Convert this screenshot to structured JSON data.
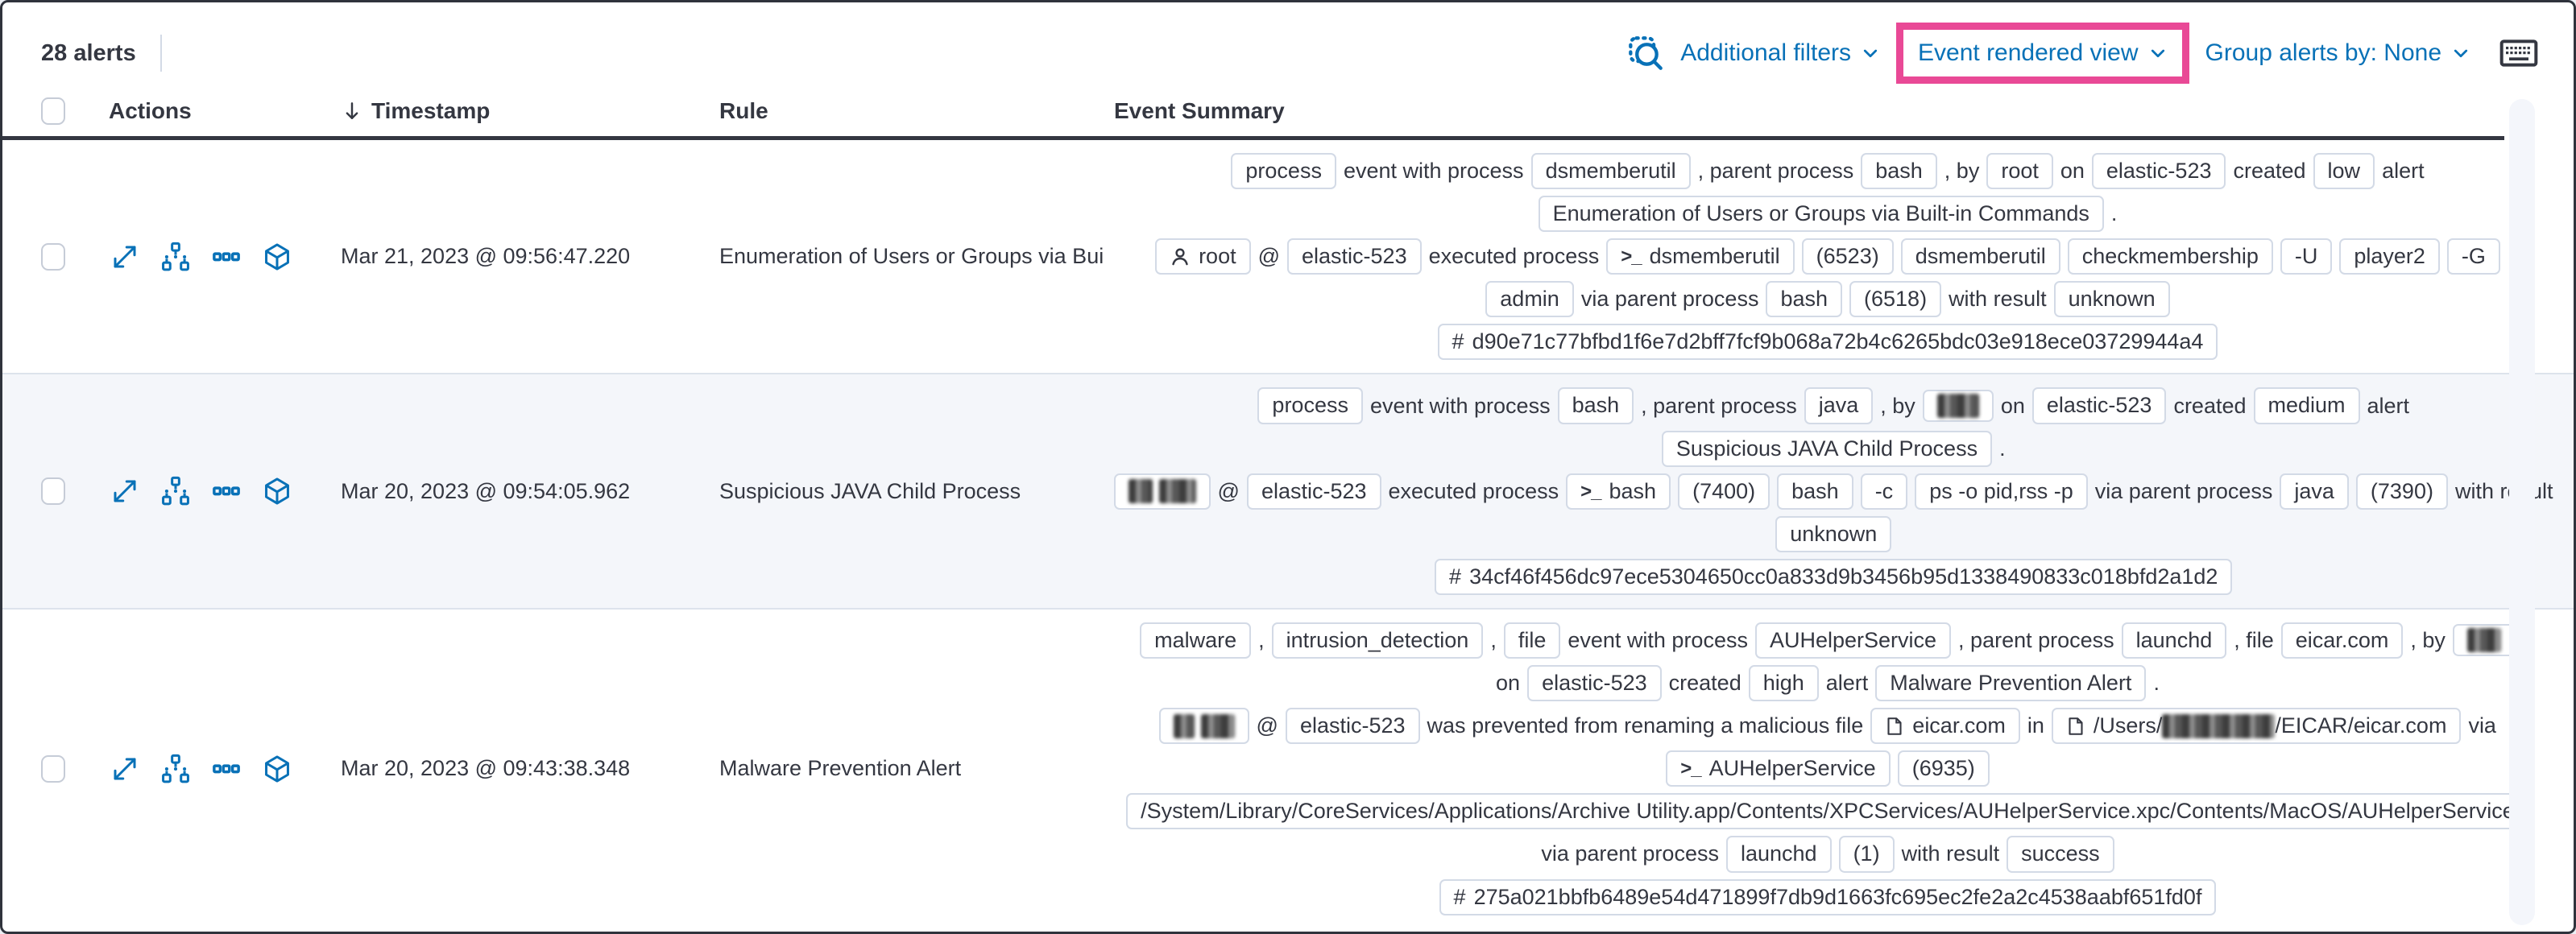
{
  "colors": {
    "highlight_box": "#e94996",
    "link_blue": "#0871b7",
    "text": "#343741",
    "badge_border": "#d3dae6",
    "shaded_row": "#f4f6fa"
  },
  "toolbar": {
    "alert_count": "28 alerts",
    "additional_filters": "Additional filters",
    "view_selector": "Event rendered view",
    "group_by": "Group alerts by: None"
  },
  "table": {
    "headers": {
      "actions": "Actions",
      "timestamp": "Timestamp",
      "rule": "Rule",
      "summary": "Event Summary"
    },
    "rows": [
      {
        "timestamp": "Mar 21, 2023 @ 09:56:47.220",
        "rule": "Enumeration of Users or Groups via Bui",
        "shaded": false,
        "lines": [
          [
            {
              "type": "badge",
              "parts": [
                {
                  "text": "process"
                }
              ]
            },
            {
              "type": "text",
              "parts": [
                {
                  "text": "event with process"
                }
              ]
            },
            {
              "type": "badge",
              "parts": [
                {
                  "text": "dsmemberutil"
                }
              ]
            },
            {
              "type": "text",
              "parts": [
                {
                  "text": ", parent process"
                }
              ]
            },
            {
              "type": "badge",
              "parts": [
                {
                  "text": "bash"
                }
              ]
            },
            {
              "type": "text",
              "parts": [
                {
                  "text": ", by"
                }
              ]
            },
            {
              "type": "badge",
              "parts": [
                {
                  "text": "root"
                }
              ]
            },
            {
              "type": "text",
              "parts": [
                {
                  "text": "on"
                }
              ]
            },
            {
              "type": "badge",
              "parts": [
                {
                  "text": "elastic-523"
                }
              ]
            },
            {
              "type": "text",
              "parts": [
                {
                  "text": "created"
                }
              ]
            },
            {
              "type": "badge",
              "parts": [
                {
                  "text": "low"
                }
              ]
            },
            {
              "type": "text",
              "parts": [
                {
                  "text": "alert"
                }
              ]
            }
          ],
          [
            {
              "type": "badge",
              "parts": [
                {
                  "text": "Enumeration of Users or Groups via Built-in Commands"
                }
              ]
            },
            {
              "type": "text",
              "parts": [
                {
                  "text": "."
                }
              ]
            }
          ],
          [
            {
              "type": "badge",
              "icon": "user",
              "parts": [
                {
                  "text": "root"
                }
              ]
            },
            {
              "type": "text",
              "parts": [
                {
                  "text": "@"
                }
              ]
            },
            {
              "type": "badge",
              "parts": [
                {
                  "text": "elastic-523"
                }
              ]
            },
            {
              "type": "text",
              "parts": [
                {
                  "text": "executed process"
                }
              ]
            },
            {
              "type": "badge",
              "icon": "terminal",
              "parts": [
                {
                  "text": "dsmemberutil"
                }
              ]
            },
            {
              "type": "badge",
              "parts": [
                {
                  "text": "(6523)"
                }
              ]
            },
            {
              "type": "badge",
              "parts": [
                {
                  "text": "dsmemberutil"
                }
              ]
            },
            {
              "type": "badge",
              "parts": [
                {
                  "text": "checkmembership"
                }
              ]
            },
            {
              "type": "badge",
              "parts": [
                {
                  "text": "-U"
                }
              ]
            },
            {
              "type": "badge",
              "parts": [
                {
                  "text": "player2"
                }
              ]
            },
            {
              "type": "badge",
              "parts": [
                {
                  "text": "-G"
                }
              ]
            }
          ],
          [
            {
              "type": "badge",
              "parts": [
                {
                  "text": "admin"
                }
              ]
            },
            {
              "type": "text",
              "parts": [
                {
                  "text": "via parent process"
                }
              ]
            },
            {
              "type": "badge",
              "parts": [
                {
                  "text": "bash"
                }
              ]
            },
            {
              "type": "badge",
              "parts": [
                {
                  "text": "(6518)"
                }
              ]
            },
            {
              "type": "text",
              "parts": [
                {
                  "text": "with result"
                }
              ]
            },
            {
              "type": "badge",
              "parts": [
                {
                  "text": "unknown"
                }
              ]
            }
          ],
          [
            {
              "type": "badge",
              "icon": "hash",
              "parts": [
                {
                  "text": "d90e71c77bfbd1f6e7d2bff7fcf9b068a72b4c6265bdc03e918ece03729944a4"
                }
              ]
            }
          ]
        ]
      },
      {
        "timestamp": "Mar 20, 2023 @ 09:54:05.962",
        "rule": "Suspicious JAVA Child Process",
        "shaded": true,
        "lines": [
          [
            {
              "type": "badge",
              "parts": [
                {
                  "text": "process"
                }
              ]
            },
            {
              "type": "text",
              "parts": [
                {
                  "text": "event with process"
                }
              ]
            },
            {
              "type": "badge",
              "parts": [
                {
                  "text": "bash"
                }
              ]
            },
            {
              "type": "text",
              "parts": [
                {
                  "text": ", parent process"
                }
              ]
            },
            {
              "type": "badge",
              "parts": [
                {
                  "text": "java"
                }
              ]
            },
            {
              "type": "text",
              "parts": [
                {
                  "text": ", by"
                }
              ]
            },
            {
              "type": "badge",
              "parts": [
                {
                  "redact": 52
                }
              ]
            },
            {
              "type": "text",
              "parts": [
                {
                  "text": "on"
                }
              ]
            },
            {
              "type": "badge",
              "parts": [
                {
                  "text": "elastic-523"
                }
              ]
            },
            {
              "type": "text",
              "parts": [
                {
                  "text": "created"
                }
              ]
            },
            {
              "type": "badge",
              "parts": [
                {
                  "text": "medium"
                }
              ]
            },
            {
              "type": "text",
              "parts": [
                {
                  "text": "alert"
                }
              ]
            }
          ],
          [
            {
              "type": "badge",
              "parts": [
                {
                  "text": "Suspicious JAVA Child Process"
                }
              ]
            },
            {
              "type": "text",
              "parts": [
                {
                  "text": "."
                }
              ]
            }
          ],
          [
            {
              "type": "badge",
              "parts": [
                {
                  "redact": 30
                },
                {
                  "text": " "
                },
                {
                  "redact": 46
                }
              ]
            },
            {
              "type": "text",
              "parts": [
                {
                  "text": "@"
                }
              ]
            },
            {
              "type": "badge",
              "parts": [
                {
                  "text": "elastic-523"
                }
              ]
            },
            {
              "type": "text",
              "parts": [
                {
                  "text": "executed process"
                }
              ]
            },
            {
              "type": "badge",
              "icon": "terminal",
              "parts": [
                {
                  "text": "bash"
                }
              ]
            },
            {
              "type": "badge",
              "parts": [
                {
                  "text": "(7400)"
                }
              ]
            },
            {
              "type": "badge",
              "parts": [
                {
                  "text": "bash"
                }
              ]
            },
            {
              "type": "badge",
              "parts": [
                {
                  "text": "-c"
                }
              ]
            },
            {
              "type": "badge",
              "parts": [
                {
                  "text": "ps -o pid,rss -p"
                }
              ]
            },
            {
              "type": "text",
              "parts": [
                {
                  "text": "via parent process"
                }
              ]
            },
            {
              "type": "badge",
              "parts": [
                {
                  "text": "java"
                }
              ]
            },
            {
              "type": "badge",
              "parts": [
                {
                  "text": "(7390)"
                }
              ]
            },
            {
              "type": "text",
              "parts": [
                {
                  "text": "with result"
                }
              ]
            }
          ],
          [
            {
              "type": "badge",
              "parts": [
                {
                  "text": "unknown"
                }
              ]
            }
          ],
          [
            {
              "type": "badge",
              "icon": "hash",
              "parts": [
                {
                  "text": "34cf46f456dc97ece5304650cc0a833d9b3456b95d1338490833c018bfd2a1d2"
                }
              ]
            }
          ]
        ]
      },
      {
        "timestamp": "Mar 20, 2023 @ 09:43:38.348",
        "rule": "Malware Prevention Alert",
        "shaded": false,
        "lines": [
          [
            {
              "type": "badge",
              "parts": [
                {
                  "text": "malware"
                }
              ]
            },
            {
              "type": "text",
              "parts": [
                {
                  "text": ","
                }
              ]
            },
            {
              "type": "badge",
              "parts": [
                {
                  "text": "intrusion_detection"
                }
              ]
            },
            {
              "type": "text",
              "parts": [
                {
                  "text": ","
                }
              ]
            },
            {
              "type": "badge",
              "parts": [
                {
                  "text": "file"
                }
              ]
            },
            {
              "type": "text",
              "parts": [
                {
                  "text": "event with process"
                }
              ]
            },
            {
              "type": "badge",
              "parts": [
                {
                  "text": "AUHelperService"
                }
              ]
            },
            {
              "type": "text",
              "parts": [
                {
                  "text": ", parent process"
                }
              ]
            },
            {
              "type": "badge",
              "parts": [
                {
                  "text": "launchd"
                }
              ]
            },
            {
              "type": "text",
              "parts": [
                {
                  "text": ", file"
                }
              ]
            },
            {
              "type": "badge",
              "parts": [
                {
                  "text": "eicar.com"
                }
              ]
            },
            {
              "type": "text",
              "parts": [
                {
                  "text": ", by"
                }
              ]
            },
            {
              "type": "badge",
              "parts": [
                {
                  "redact": 42
                }
              ]
            }
          ],
          [
            {
              "type": "text",
              "parts": [
                {
                  "text": "on"
                }
              ]
            },
            {
              "type": "badge",
              "parts": [
                {
                  "text": "elastic-523"
                }
              ]
            },
            {
              "type": "text",
              "parts": [
                {
                  "text": "created"
                }
              ]
            },
            {
              "type": "badge",
              "parts": [
                {
                  "text": "high"
                }
              ]
            },
            {
              "type": "text",
              "parts": [
                {
                  "text": "alert"
                }
              ]
            },
            {
              "type": "badge",
              "parts": [
                {
                  "text": "Malware Prevention Alert"
                }
              ]
            },
            {
              "type": "text",
              "parts": [
                {
                  "text": "."
                }
              ]
            }
          ],
          [
            {
              "type": "badge",
              "parts": [
                {
                  "redact": 26
                },
                {
                  "text": " "
                },
                {
                  "redact": 42
                }
              ]
            },
            {
              "type": "text",
              "parts": [
                {
                  "text": "@"
                }
              ]
            },
            {
              "type": "badge",
              "parts": [
                {
                  "text": "elastic-523"
                }
              ]
            },
            {
              "type": "text",
              "parts": [
                {
                  "text": "was prevented from renaming a malicious file"
                }
              ]
            },
            {
              "type": "badge",
              "icon": "file",
              "parts": [
                {
                  "text": "eicar.com"
                }
              ]
            },
            {
              "type": "text",
              "parts": [
                {
                  "text": "in"
                }
              ]
            },
            {
              "type": "badge",
              "icon": "file",
              "parts": [
                {
                  "text": "/Users/"
                },
                {
                  "redact": 140
                },
                {
                  "text": "/EICAR/eicar.com"
                }
              ]
            },
            {
              "type": "text",
              "parts": [
                {
                  "text": "via"
                }
              ]
            }
          ],
          [
            {
              "type": "badge",
              "icon": "terminal",
              "parts": [
                {
                  "text": "AUHelperService"
                }
              ]
            },
            {
              "type": "badge",
              "parts": [
                {
                  "text": "(6935)"
                }
              ]
            }
          ],
          [
            {
              "type": "badge",
              "parts": [
                {
                  "text": "/System/Library/CoreServices/Applications/Archive Utility.app/Contents/XPCServices/AUHelperService.xpc/Contents/MacOS/AUHelperService"
                }
              ]
            }
          ],
          [
            {
              "type": "text",
              "parts": [
                {
                  "text": "via parent process"
                }
              ]
            },
            {
              "type": "badge",
              "parts": [
                {
                  "text": "launchd"
                }
              ]
            },
            {
              "type": "badge",
              "parts": [
                {
                  "text": "(1)"
                }
              ]
            },
            {
              "type": "text",
              "parts": [
                {
                  "text": "with result"
                }
              ]
            },
            {
              "type": "badge",
              "parts": [
                {
                  "text": "success"
                }
              ]
            }
          ],
          [
            {
              "type": "badge",
              "icon": "hash",
              "parts": [
                {
                  "text": "275a021bbfb6489e54d471899f7db9d1663fc695ec2fe2a2c4538aabf651fd0f"
                }
              ]
            }
          ]
        ]
      }
    ]
  }
}
